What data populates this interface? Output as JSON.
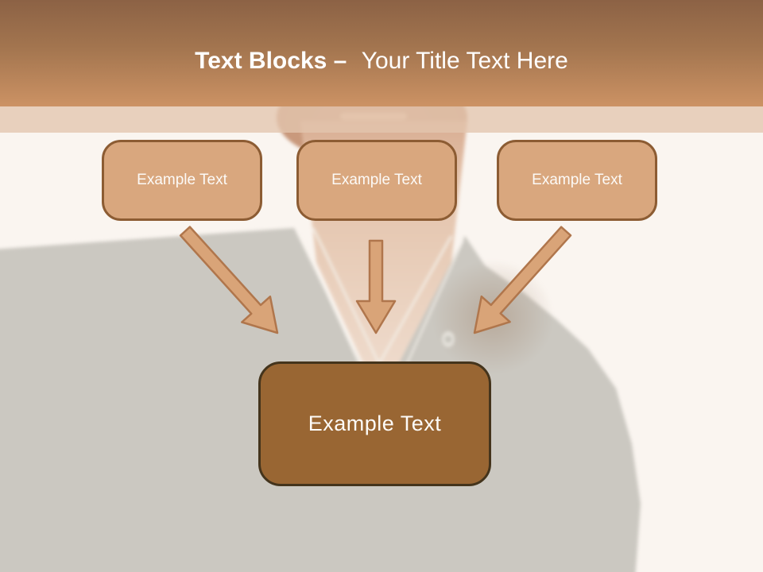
{
  "slide": {
    "header": {
      "title_bold": "Text Blocks –",
      "title_regular": "Your Title Text Here"
    },
    "blocks": [
      {
        "label": "Example Text"
      },
      {
        "label": "Example Text"
      },
      {
        "label": "Example Text"
      }
    ],
    "result_block": {
      "label": "Example Text"
    },
    "icons": {
      "arrows": [
        "arrow-down-right",
        "arrow-down",
        "arrow-down-left"
      ]
    },
    "colors": {
      "header_gradient_top": "#8C6245",
      "header_gradient_bottom": "#CC9264",
      "band": "#E9D2C1",
      "background": "#FAF5F0",
      "block_fill": "#D9A77E",
      "block_border": "#8C5C33",
      "result_fill": "#996633",
      "result_border": "#44341C",
      "arrow_fill": "#D9A478",
      "arrow_outline": "#B0764C",
      "title_text": "#FFFFFF",
      "block_text": "#FFFFFF",
      "photo_shirt": "#CBC8C1",
      "photo_skin": "#EDDBCC"
    }
  }
}
